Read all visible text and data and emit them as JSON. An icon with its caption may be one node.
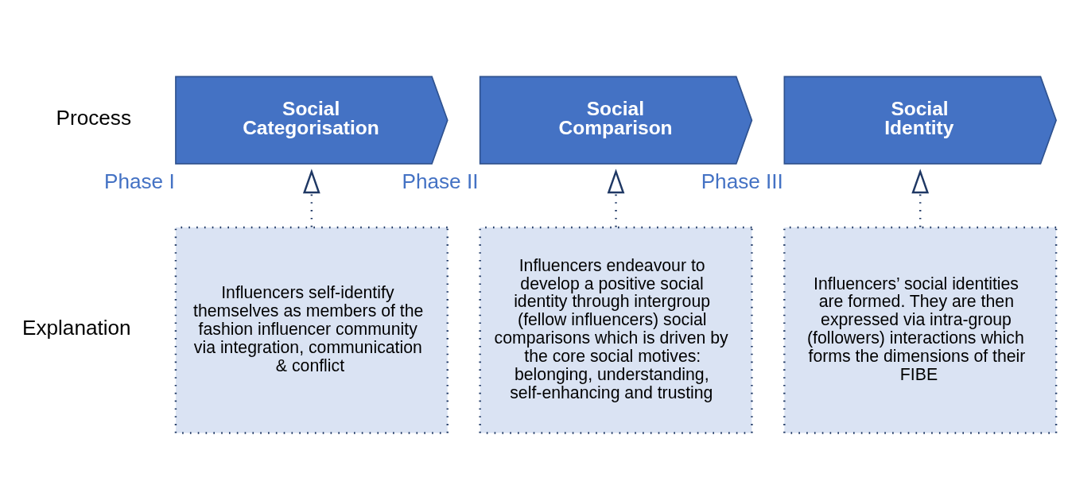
{
  "diagram": {
    "nodes": [
      {
        "text": [
          "Phase I",
          "Social Categorisation"
        ]
      },
      {
        "text": [
          "Phase II",
          "Social Comparison"
        ]
      },
      {
        "text": [
          "Phase III",
          "Social Identity"
        ]
      },
      {
        "text": [
          "Influencers self-identify themselves as members of the fashion influencer community via integration, communication & conflict"
        ]
      },
      {
        "text": [
          "Influencers endeavour to develop a positive social identity through intergroup (fellow influencers) social comparisons which is driven by the core social motives: belonging, understanding, self-enhancing and trusting"
        ]
      },
      {
        "text": [
          "Influencers’ social identities are formed. They are then expressed via intra-group (followers) interactions which forms the dimensions of their FIBE"
        ]
      }
    ],
    "edges": [
      {
        "from": 3,
        "to": 0,
        "arrow": "to"
      },
      {
        "from": 4,
        "to": 1,
        "arrow": "to"
      },
      {
        "from": 5,
        "to": 2,
        "arrow": "to"
      }
    ],
    "labels": [
      "Process",
      "Explanation"
    ]
  }
}
